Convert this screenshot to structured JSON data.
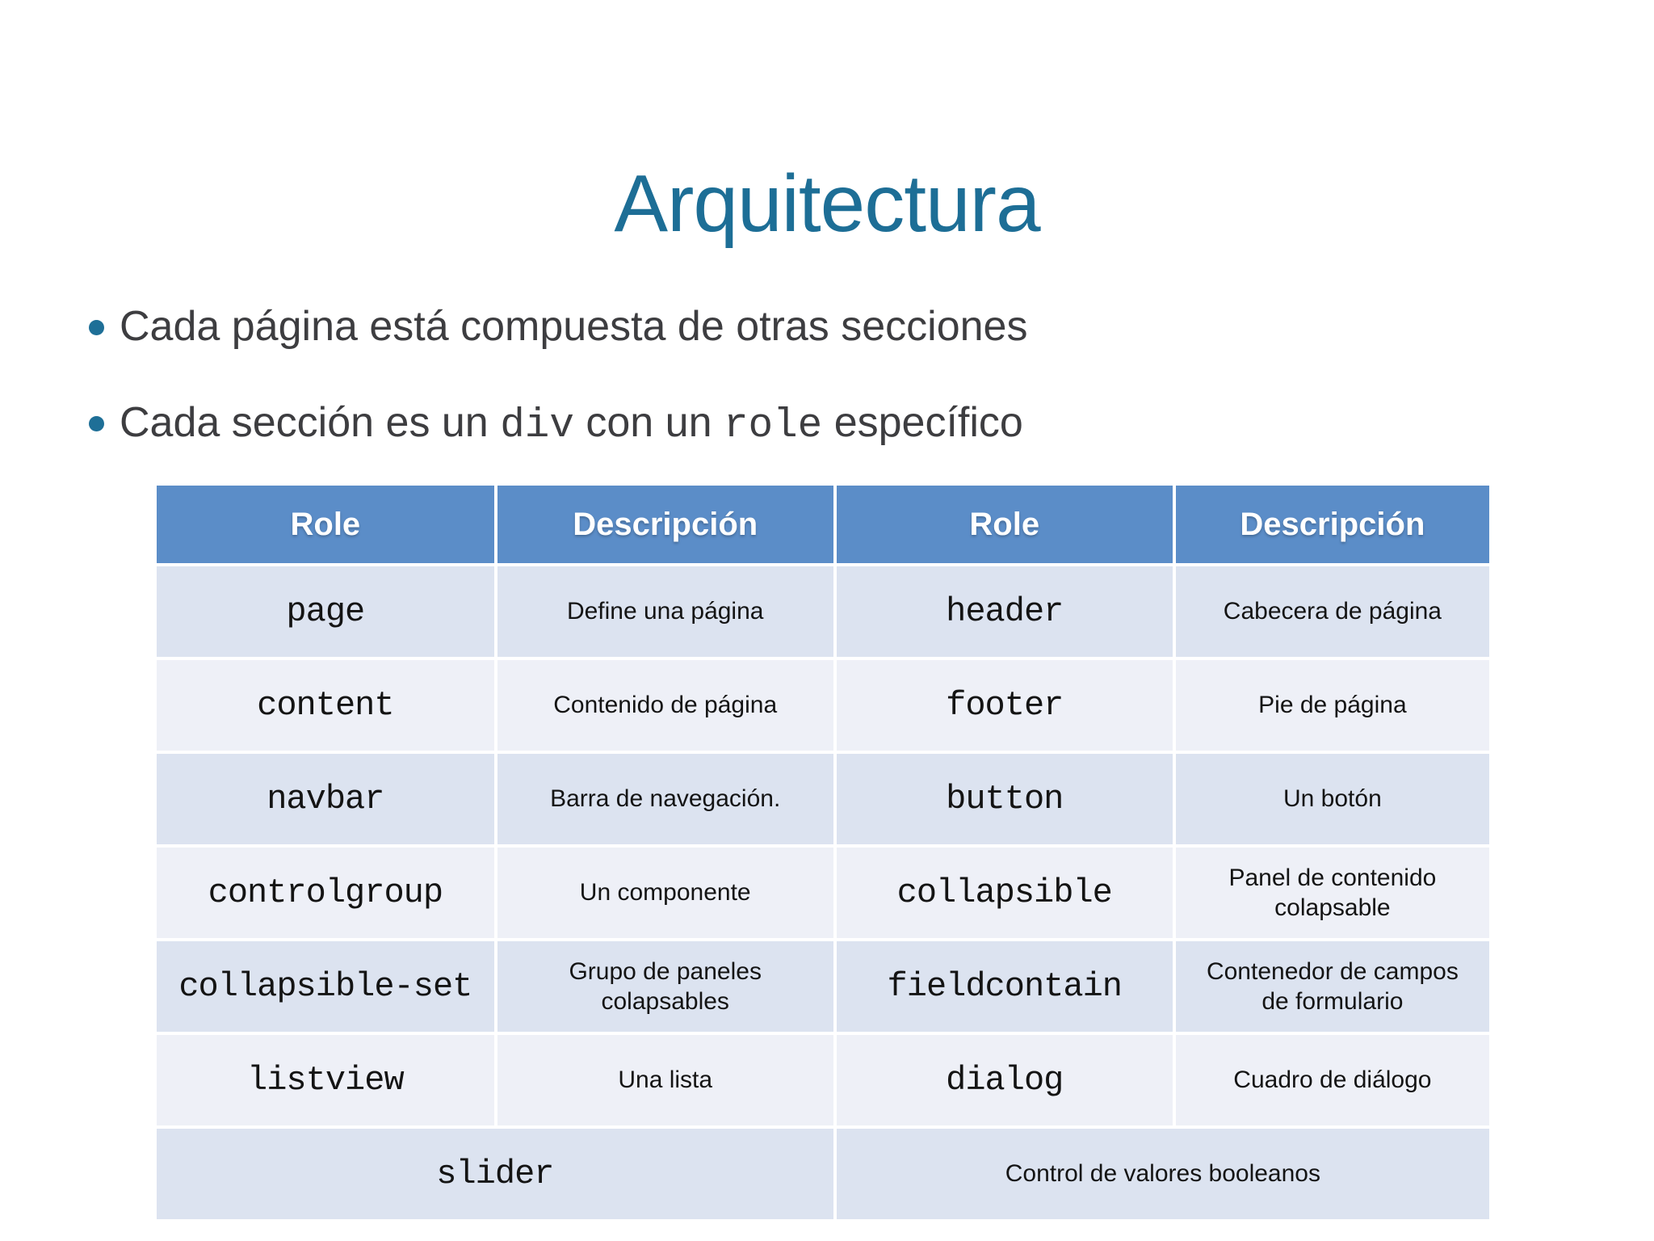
{
  "slide": {
    "title": "Arquitectura",
    "bullet1": "Cada página está compuesta de otras secciones",
    "bullet2": {
      "part1": "Cada sección es un ",
      "code1": "div",
      "part2": " con un ",
      "code2": "role",
      "part3": " específico"
    }
  },
  "table": {
    "headers": [
      "Role",
      "Descripción",
      "Role",
      "Descripción"
    ],
    "rows": [
      [
        "page",
        "Define una página",
        "header",
        "Cabecera de página"
      ],
      [
        "content",
        "Contenido de página",
        "footer",
        "Pie de página"
      ],
      [
        "navbar",
        "Barra de navegación.",
        "button",
        "Un botón"
      ],
      [
        "controlgroup",
        "Un componente",
        "collapsible",
        "Panel de contenido colapsable"
      ],
      [
        "collapsible-set",
        "Grupo de paneles colapsables",
        "fieldcontain",
        "Contenedor de campos de formulario"
      ],
      [
        "listview",
        "Una lista",
        "dialog",
        "Cuadro de diálogo"
      ]
    ],
    "footer_row": {
      "role": "slider",
      "description": "Control de valores booleanos"
    }
  },
  "colors": {
    "title": "#1d6e96",
    "bullet_dot": "#1e6f97",
    "body_text": "#3d3d40",
    "header_bg": "#5b8dc8",
    "header_text": "#ffffff",
    "row_odd_bg": "#dce3f0",
    "row_even_bg": "#eef0f7"
  }
}
